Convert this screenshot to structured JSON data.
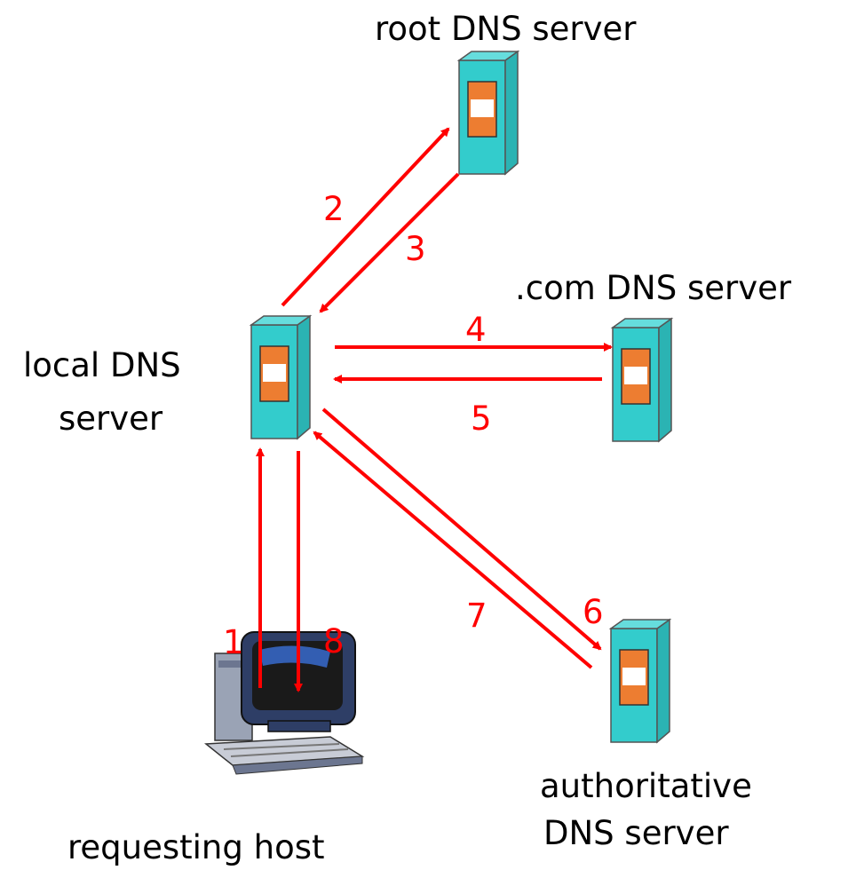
{
  "nodes": {
    "root": {
      "label": "root DNS server"
    },
    "com": {
      "label": ".com DNS server"
    },
    "local": {
      "label_line1": "local DNS",
      "label_line2": "server"
    },
    "authoritative": {
      "label_line1": "authoritative",
      "label_line2": "DNS server"
    },
    "host": {
      "label": "requesting host"
    }
  },
  "steps": [
    "1",
    "2",
    "3",
    "4",
    "5",
    "6",
    "7",
    "8"
  ],
  "colors": {
    "arrow": "#ff0000",
    "server_body": "#33cccc",
    "server_face": "#ed7d31",
    "server_window": "#ffffff",
    "outline": "#555555"
  },
  "icons": {
    "server": "server-tower-icon",
    "host": "desktop-computer-icon"
  }
}
